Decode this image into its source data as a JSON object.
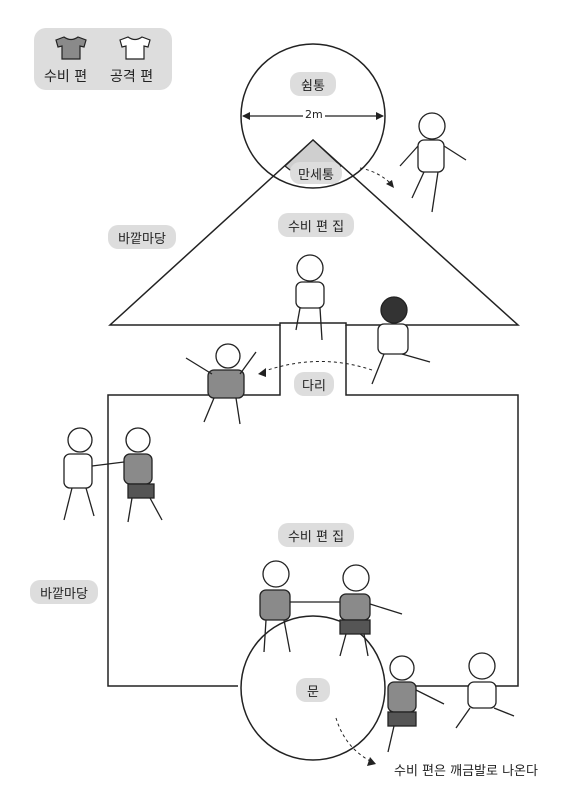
{
  "legend": {
    "defense_label": "수비 편",
    "attack_label": "공격 편",
    "defense_color": "#8a8a8a",
    "attack_color": "#ffffff"
  },
  "labels": {
    "ssimtong": "쉼통",
    "diameter": "2m",
    "manse": "만세통",
    "outside_top": "바깥마당",
    "defense_home_top": "수비 편 집",
    "bridge": "다리",
    "defense_home_bottom": "수비 편 집",
    "outside_left": "바깥마당",
    "gate": "문",
    "caption": "수비 편은 깨금발로 나온다"
  }
}
